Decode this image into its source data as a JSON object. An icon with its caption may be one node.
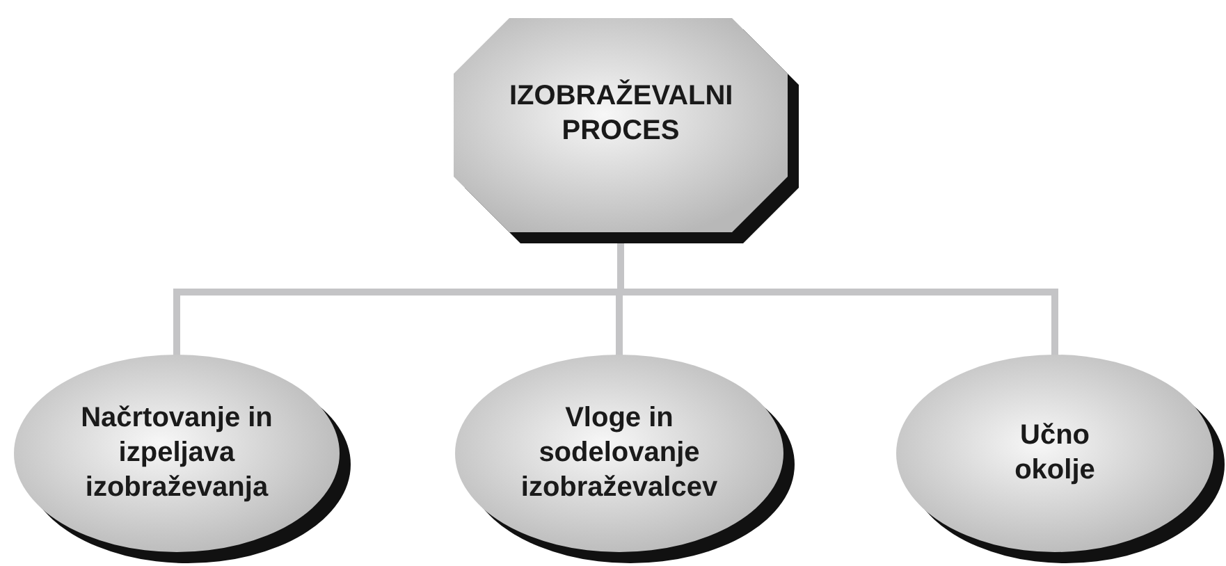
{
  "diagram": {
    "nodes": [
      {
        "text": [
          "IZOBRAŽEVALNI PROCES"
        ]
      },
      {
        "text": [
          "Načrtovanje in izpeljava izobraževanja"
        ]
      },
      {
        "text": [
          "Vloge in sodelovanje izobraževalcev"
        ]
      },
      {
        "text": [
          "Učno okolje"
        ]
      }
    ],
    "edges": [
      {
        "from": 0,
        "to": 1,
        "arrow": "none"
      },
      {
        "from": 0,
        "to": 2,
        "arrow": "none"
      },
      {
        "from": 0,
        "to": 3,
        "arrow": "none"
      }
    ]
  }
}
